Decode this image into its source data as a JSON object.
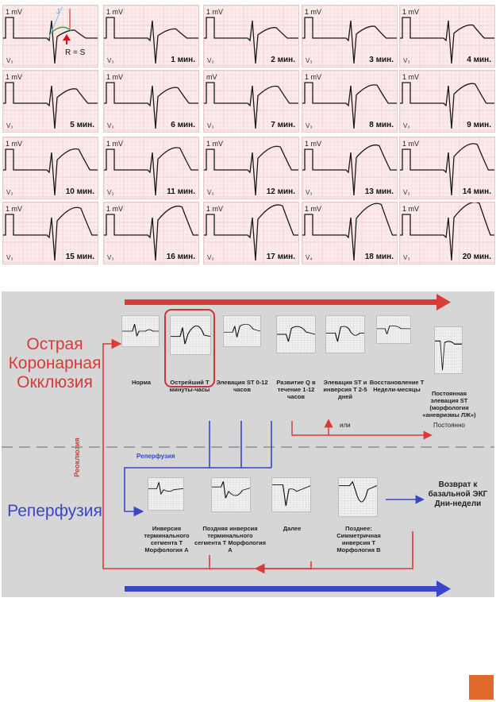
{
  "strips": {
    "mv_label": "1 mV",
    "mv_label_alt": "mV",
    "lead": "V₃",
    "lead_alt": "V₄",
    "j_label": "J",
    "rs_label": "R = S",
    "items": [
      {
        "time": ""
      },
      {
        "time": "1 мин."
      },
      {
        "time": "2 мин."
      },
      {
        "time": "3 мин."
      },
      {
        "time": "4 мин."
      },
      {
        "time": "5 мин."
      },
      {
        "time": "6 мин."
      },
      {
        "time": "7 мин."
      },
      {
        "time": "8 мин."
      },
      {
        "time": "9 мин."
      },
      {
        "time": "10 мин."
      },
      {
        "time": "11 мин."
      },
      {
        "time": "12 мин."
      },
      {
        "time": "13 мин."
      },
      {
        "time": "14 мин."
      },
      {
        "time": "15 мин."
      },
      {
        "time": "16 мин."
      },
      {
        "time": "17 мин."
      },
      {
        "time": "18 мин."
      },
      {
        "time": "20 мин."
      }
    ]
  },
  "diagram": {
    "occlusion_title": "Острая Коронарная Окклюзия",
    "reperfusion_title": "Реперфузия",
    "reocclusion_label": "Реоклюзия",
    "reperfusion_arrow_label": "Реперфузия",
    "or_label": "или",
    "permanent_label": "Постоянно",
    "return_label": "Возврат к базальной ЭКГ Дни-недели",
    "top_stages": [
      {
        "label": "Норма"
      },
      {
        "label": "Острейший T минуты-часы"
      },
      {
        "label": "Элевация ST 0-12 часов"
      },
      {
        "label": "Развитие Q в течение 1-12 часов"
      },
      {
        "label": "Элевация ST и инверсия T 2-5 дней"
      },
      {
        "label": "Восстановление T Недели-месяцы"
      },
      {
        "label": "Постоянная элевация ST (морфология «аневризмы ЛЖ»)"
      }
    ],
    "bottom_stages": [
      {
        "label": "Инверсия терминального сегмента T Морфология A"
      },
      {
        "label": "Поздняя инверсия терминального сегмента T Морфология A"
      },
      {
        "label": "Далее"
      },
      {
        "label": "Позднее: Симметричная инверсия T Морфология B"
      }
    ],
    "colors": {
      "red": "#d93a3a",
      "blue": "#3a46c8",
      "panel": "#d6d6d6"
    }
  }
}
